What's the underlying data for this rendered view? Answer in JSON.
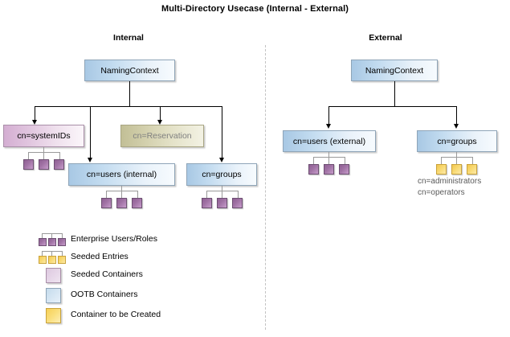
{
  "diagram": {
    "title": "Multi-Directory Usecase (Internal - External)",
    "divider": "vertical-dashed-divider"
  },
  "sections": {
    "internal": {
      "heading": "Internal",
      "root": {
        "label": "NamingContext",
        "style": "ootb"
      },
      "nodes": [
        {
          "id": "systemids",
          "label": "cn=systemIDs",
          "style": "seeded"
        },
        {
          "id": "reservation",
          "label": "cn=Reservation",
          "style": "reservation"
        },
        {
          "id": "users",
          "label": "cn=users (internal)",
          "style": "ootb"
        },
        {
          "id": "groups",
          "label": "cn=groups",
          "style": "ootb"
        }
      ],
      "clusters": [
        {
          "parent": "systemids",
          "kind": "enterprise-users-roles",
          "count": 3
        },
        {
          "parent": "users",
          "kind": "enterprise-users-roles",
          "count": 3
        },
        {
          "parent": "groups",
          "kind": "enterprise-users-roles",
          "count": 3
        }
      ]
    },
    "external": {
      "heading": "External",
      "root": {
        "label": "NamingContext",
        "style": "ootb"
      },
      "nodes": [
        {
          "id": "users",
          "label": "cn=users (external)",
          "style": "ootb"
        },
        {
          "id": "groups",
          "label": "cn=groups",
          "style": "ootb"
        }
      ],
      "clusters": [
        {
          "parent": "users",
          "kind": "enterprise-users-roles",
          "count": 3
        },
        {
          "parent": "groups",
          "kind": "seeded-entries",
          "count": 3
        }
      ],
      "group_entries": {
        "line1": "cn=administrators",
        "line2": "cn=operators"
      }
    }
  },
  "legend": {
    "items": [
      {
        "marker": "purple-cluster",
        "label": "Enterprise Users/Roles"
      },
      {
        "marker": "yellow-cluster",
        "label": "Seeded Entries"
      },
      {
        "marker": "pink-swatch",
        "label": "Seeded Containers"
      },
      {
        "marker": "blue-swatch",
        "label": "OOTB Containers"
      },
      {
        "marker": "yellow-swatch",
        "label": "Container to be Created"
      }
    ]
  },
  "colors": {
    "ootb_container": "#cfe0ef",
    "seeded_container": "#e4d4e8",
    "container_to_create": "#fadf7d",
    "reservation": "#d9d7b8",
    "enterprise_entry": "#a173a5",
    "seeded_entry": "#f8d971",
    "connector": "#000000",
    "divider": "#c3c3c3",
    "sub_label_text": "#5a5a5a"
  }
}
